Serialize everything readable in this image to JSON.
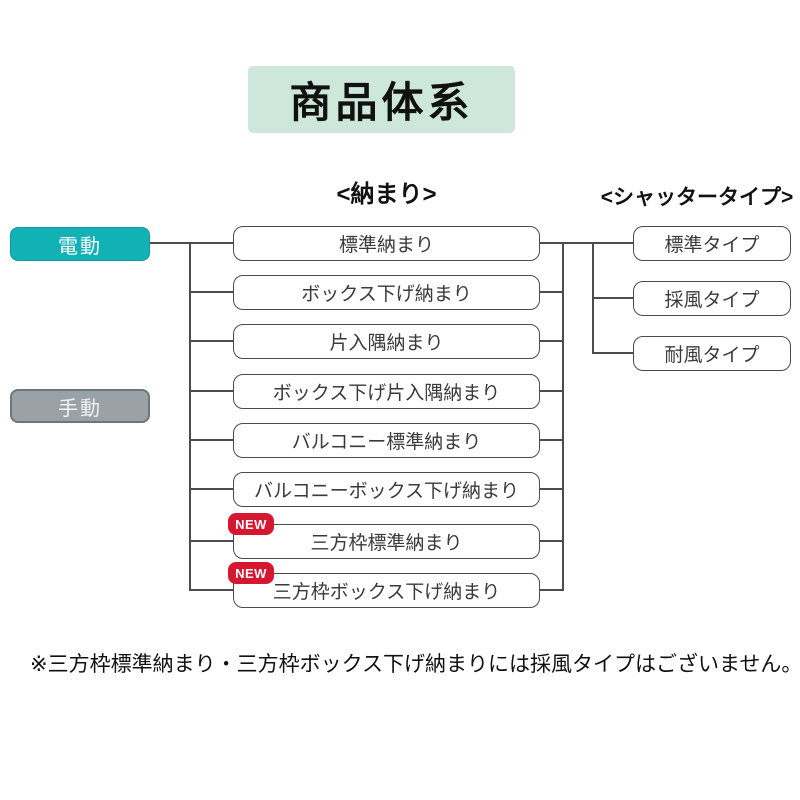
{
  "title": "商品体系",
  "columns": {
    "nakamari_header": "<納まり>",
    "shutter_header": "<シャッタータイプ>"
  },
  "drive_types": [
    {
      "label": "電動"
    },
    {
      "label": "手動"
    }
  ],
  "nakamari_items": [
    {
      "label": "標準納まり",
      "is_new": false
    },
    {
      "label": "ボックス下げ納まり",
      "is_new": false
    },
    {
      "label": "片入隅納まり",
      "is_new": false
    },
    {
      "label": "ボックス下げ片入隅納まり",
      "is_new": false
    },
    {
      "label": "バルコニー標準納まり",
      "is_new": false
    },
    {
      "label": "バルコニーボックス下げ納まり",
      "is_new": false
    },
    {
      "label": "三方枠標準納まり",
      "is_new": true
    },
    {
      "label": "三方枠ボックス下げ納まり",
      "is_new": true
    }
  ],
  "new_badge": "NEW",
  "shutter_types": [
    "標準タイプ",
    "採風タイプ",
    "耐風タイプ"
  ],
  "footnote": "※三方枠標準納まり・三方枠ボックス下げ納まりには採風タイプはございません。",
  "colors": {
    "title_bg": "#cde7da",
    "electric": "#12b1b5",
    "electric_border": "#0e9ca0",
    "manual": "#9aa1a7",
    "manual_border": "#6e767d",
    "badge_red": "#d51730",
    "line": "#4c4c4c",
    "box_border": "#4c4c4c"
  }
}
